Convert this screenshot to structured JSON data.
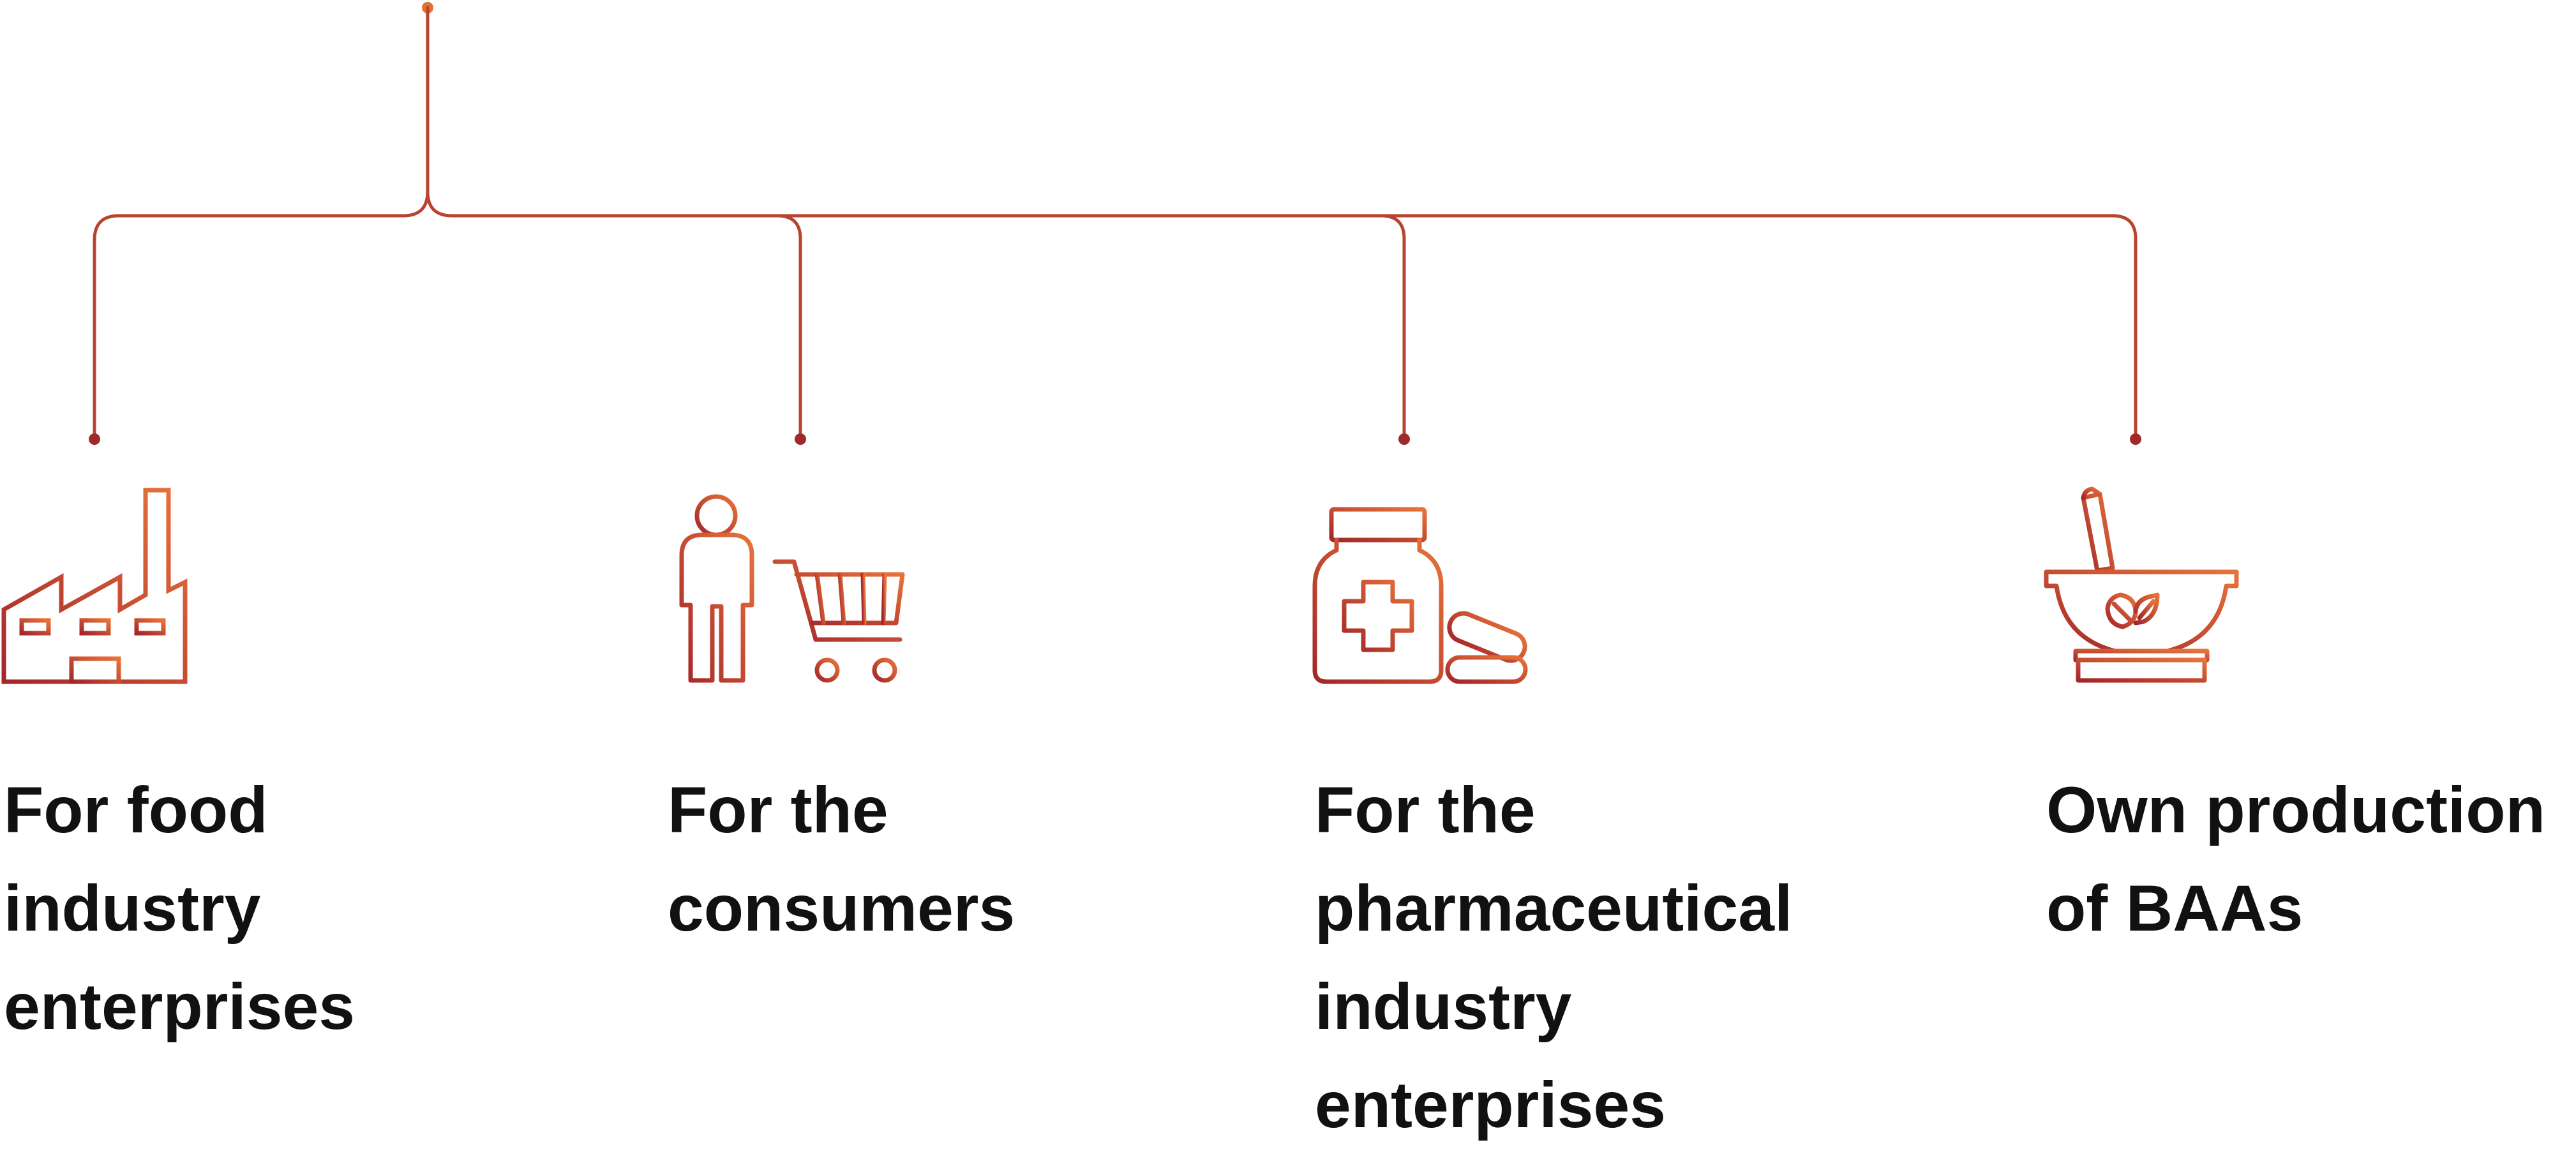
{
  "diagram": {
    "line_color": "#b8432f",
    "icon_gradient": [
      "#a3262a",
      "#e8733a"
    ],
    "text_color": "#111111",
    "branches": [
      {
        "icon": "factory-icon",
        "lines": [
          "For food",
          "industry",
          "enterprises"
        ]
      },
      {
        "icon": "shopper-with-cart-icon",
        "lines": [
          "For the",
          "consumers"
        ]
      },
      {
        "icon": "medicine-bottle-with-pills-icon",
        "lines": [
          "For the",
          "pharmaceutical",
          "industry",
          "enterprises"
        ]
      },
      {
        "icon": "mortar-and-pestle-icon",
        "lines": [
          "Own production",
          "of BAAs"
        ]
      }
    ]
  }
}
